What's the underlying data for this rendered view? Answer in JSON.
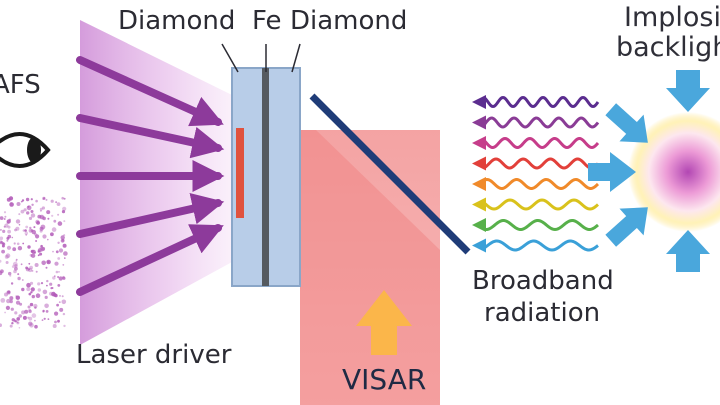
{
  "labels": {
    "diamond_left": "Diamond",
    "fe": "Fe",
    "diamond_right": "Diamond",
    "afs": "AFS",
    "implosion_line1": "Implosion",
    "implosion_line2": "backlight",
    "broadband_line1": "Broadband",
    "broadband_line2": "radiation",
    "laser_driver": "Laser driver",
    "visar": "VISAR"
  },
  "colors": {
    "laser_purple": "#9b3fa4",
    "target_blue": "#b9cfe9",
    "fe_layer": "#555a60",
    "visar_pink": "#f5a3a3",
    "visar_arrow": "#fbb64a",
    "mirror_blue": "#1f3c78",
    "backlight_arrow": "#4aa7dc"
  },
  "radiation_colors": [
    "#5b2d8f",
    "#8a3c96",
    "#c63d8a",
    "#e2403a",
    "#f08a2a",
    "#d9c21c",
    "#57b04a",
    "#3aa0d8"
  ]
}
